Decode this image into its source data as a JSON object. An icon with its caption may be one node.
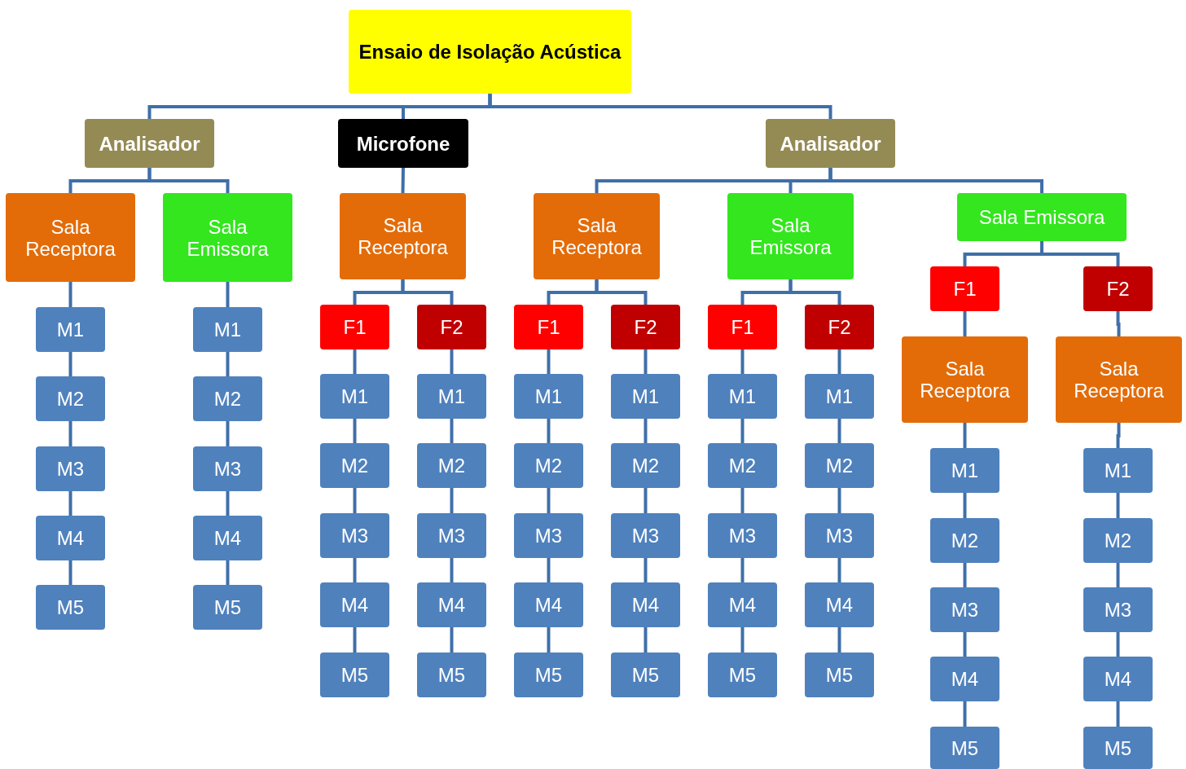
{
  "diagram": {
    "nodes": [
      {
        "text": [
          "Ensaio de Isolação Acústica"
        ]
      },
      {
        "text": [
          "Analisador"
        ]
      },
      {
        "text": [
          "Sala Receptora"
        ]
      },
      {
        "text": [
          "M1"
        ]
      },
      {
        "text": [
          "M2"
        ]
      },
      {
        "text": [
          "M3"
        ]
      },
      {
        "text": [
          "M4"
        ]
      },
      {
        "text": [
          "M5"
        ]
      },
      {
        "text": [
          "Sala Emissora"
        ]
      },
      {
        "text": [
          "M1"
        ]
      },
      {
        "text": [
          "M2"
        ]
      },
      {
        "text": [
          "M3"
        ]
      },
      {
        "text": [
          "M4"
        ]
      },
      {
        "text": [
          "M5"
        ]
      },
      {
        "text": [
          "Microfone"
        ]
      },
      {
        "text": [
          "Sala Receptora"
        ]
      },
      {
        "text": [
          "F1"
        ]
      },
      {
        "text": [
          "M1"
        ]
      },
      {
        "text": [
          "M2"
        ]
      },
      {
        "text": [
          "M3"
        ]
      },
      {
        "text": [
          "M4"
        ]
      },
      {
        "text": [
          "M5"
        ]
      },
      {
        "text": [
          "F2"
        ]
      },
      {
        "text": [
          "M1"
        ]
      },
      {
        "text": [
          "M2"
        ]
      },
      {
        "text": [
          "M3"
        ]
      },
      {
        "text": [
          "M4"
        ]
      },
      {
        "text": [
          "M5"
        ]
      },
      {
        "text": [
          "Analisador"
        ]
      },
      {
        "text": [
          "Sala Receptora"
        ]
      },
      {
        "text": [
          "F1"
        ]
      },
      {
        "text": [
          "M1"
        ]
      },
      {
        "text": [
          "M2"
        ]
      },
      {
        "text": [
          "M3"
        ]
      },
      {
        "text": [
          "M4"
        ]
      },
      {
        "text": [
          "M5"
        ]
      },
      {
        "text": [
          "F2"
        ]
      },
      {
        "text": [
          "M1"
        ]
      },
      {
        "text": [
          "M2"
        ]
      },
      {
        "text": [
          "M3"
        ]
      },
      {
        "text": [
          "M4"
        ]
      },
      {
        "text": [
          "M5"
        ]
      },
      {
        "text": [
          "Sala Emissora"
        ]
      },
      {
        "text": [
          "F1"
        ]
      },
      {
        "text": [
          "M1"
        ]
      },
      {
        "text": [
          "M2"
        ]
      },
      {
        "text": [
          "M3"
        ]
      },
      {
        "text": [
          "M4"
        ]
      },
      {
        "text": [
          "M5"
        ]
      },
      {
        "text": [
          "F2"
        ]
      },
      {
        "text": [
          "M1"
        ]
      },
      {
        "text": [
          "M2"
        ]
      },
      {
        "text": [
          "M3"
        ]
      },
      {
        "text": [
          "M4"
        ]
      },
      {
        "text": [
          "M5"
        ]
      },
      {
        "text": [
          "Sala Emissora"
        ]
      },
      {
        "text": [
          "F1"
        ]
      },
      {
        "text": [
          "Sala Receptora"
        ]
      },
      {
        "text": [
          "M1"
        ]
      },
      {
        "text": [
          "M2"
        ]
      },
      {
        "text": [
          "M3"
        ]
      },
      {
        "text": [
          "M4"
        ]
      },
      {
        "text": [
          "M5"
        ]
      },
      {
        "text": [
          "F2"
        ]
      },
      {
        "text": [
          "Sala Receptora"
        ]
      },
      {
        "text": [
          "M1"
        ]
      },
      {
        "text": [
          "M2"
        ]
      },
      {
        "text": [
          "M3"
        ]
      },
      {
        "text": [
          "M4"
        ]
      },
      {
        "text": [
          "M5"
        ]
      }
    ],
    "edges": [
      {
        "from": 0,
        "to": 1,
        "arrow": "none"
      },
      {
        "from": 0,
        "to": 14,
        "arrow": "none"
      },
      {
        "from": 0,
        "to": 28,
        "arrow": "none"
      },
      {
        "from": 1,
        "to": 2,
        "arrow": "none"
      },
      {
        "from": 1,
        "to": 8,
        "arrow": "none"
      },
      {
        "from": 2,
        "to": 3,
        "arrow": "none"
      },
      {
        "from": 3,
        "to": 4,
        "arrow": "none"
      },
      {
        "from": 4,
        "to": 5,
        "arrow": "none"
      },
      {
        "from": 5,
        "to": 6,
        "arrow": "none"
      },
      {
        "from": 6,
        "to": 7,
        "arrow": "none"
      },
      {
        "from": 8,
        "to": 9,
        "arrow": "none"
      },
      {
        "from": 9,
        "to": 10,
        "arrow": "none"
      },
      {
        "from": 10,
        "to": 11,
        "arrow": "none"
      },
      {
        "from": 11,
        "to": 12,
        "arrow": "none"
      },
      {
        "from": 12,
        "to": 13,
        "arrow": "none"
      },
      {
        "from": 14,
        "to": 15,
        "arrow": "none"
      },
      {
        "from": 15,
        "to": 16,
        "arrow": "none"
      },
      {
        "from": 15,
        "to": 22,
        "arrow": "none"
      },
      {
        "from": 16,
        "to": 17,
        "arrow": "none"
      },
      {
        "from": 17,
        "to": 18,
        "arrow": "none"
      },
      {
        "from": 18,
        "to": 19,
        "arrow": "none"
      },
      {
        "from": 19,
        "to": 20,
        "arrow": "none"
      },
      {
        "from": 20,
        "to": 21,
        "arrow": "none"
      },
      {
        "from": 22,
        "to": 23,
        "arrow": "none"
      },
      {
        "from": 23,
        "to": 24,
        "arrow": "none"
      },
      {
        "from": 24,
        "to": 25,
        "arrow": "none"
      },
      {
        "from": 25,
        "to": 26,
        "arrow": "none"
      },
      {
        "from": 26,
        "to": 27,
        "arrow": "none"
      },
      {
        "from": 28,
        "to": 29,
        "arrow": "none"
      },
      {
        "from": 28,
        "to": 42,
        "arrow": "none"
      },
      {
        "from": 28,
        "to": 55,
        "arrow": "none"
      },
      {
        "from": 29,
        "to": 30,
        "arrow": "none"
      },
      {
        "from": 29,
        "to": 36,
        "arrow": "none"
      },
      {
        "from": 30,
        "to": 31,
        "arrow": "none"
      },
      {
        "from": 31,
        "to": 32,
        "arrow": "none"
      },
      {
        "from": 32,
        "to": 33,
        "arrow": "none"
      },
      {
        "from": 33,
        "to": 34,
        "arrow": "none"
      },
      {
        "from": 34,
        "to": 35,
        "arrow": "none"
      },
      {
        "from": 36,
        "to": 37,
        "arrow": "none"
      },
      {
        "from": 37,
        "to": 38,
        "arrow": "none"
      },
      {
        "from": 38,
        "to": 39,
        "arrow": "none"
      },
      {
        "from": 39,
        "to": 40,
        "arrow": "none"
      },
      {
        "from": 40,
        "to": 41,
        "arrow": "none"
      },
      {
        "from": 42,
        "to": 43,
        "arrow": "none"
      },
      {
        "from": 42,
        "to": 49,
        "arrow": "none"
      },
      {
        "from": 43,
        "to": 44,
        "arrow": "none"
      },
      {
        "from": 44,
        "to": 45,
        "arrow": "none"
      },
      {
        "from": 45,
        "to": 46,
        "arrow": "none"
      },
      {
        "from": 46,
        "to": 47,
        "arrow": "none"
      },
      {
        "from": 47,
        "to": 48,
        "arrow": "none"
      },
      {
        "from": 49,
        "to": 50,
        "arrow": "none"
      },
      {
        "from": 50,
        "to": 51,
        "arrow": "none"
      },
      {
        "from": 51,
        "to": 52,
        "arrow": "none"
      },
      {
        "from": 52,
        "to": 53,
        "arrow": "none"
      },
      {
        "from": 53,
        "to": 54,
        "arrow": "none"
      },
      {
        "from": 55,
        "to": 56,
        "arrow": "none"
      },
      {
        "from": 55,
        "to": 63,
        "arrow": "none"
      },
      {
        "from": 56,
        "to": 57,
        "arrow": "none"
      },
      {
        "from": 57,
        "to": 58,
        "arrow": "none"
      },
      {
        "from": 58,
        "to": 59,
        "arrow": "none"
      },
      {
        "from": 59,
        "to": 60,
        "arrow": "none"
      },
      {
        "from": 60,
        "to": 61,
        "arrow": "none"
      },
      {
        "from": 61,
        "to": 62,
        "arrow": "none"
      },
      {
        "from": 63,
        "to": 64,
        "arrow": "none"
      },
      {
        "from": 64,
        "to": 65,
        "arrow": "none"
      },
      {
        "from": 65,
        "to": 66,
        "arrow": "none"
      },
      {
        "from": 66,
        "to": 67,
        "arrow": "none"
      },
      {
        "from": 67,
        "to": 68,
        "arrow": "none"
      },
      {
        "from": 68,
        "to": 69,
        "arrow": "none"
      }
    ]
  }
}
